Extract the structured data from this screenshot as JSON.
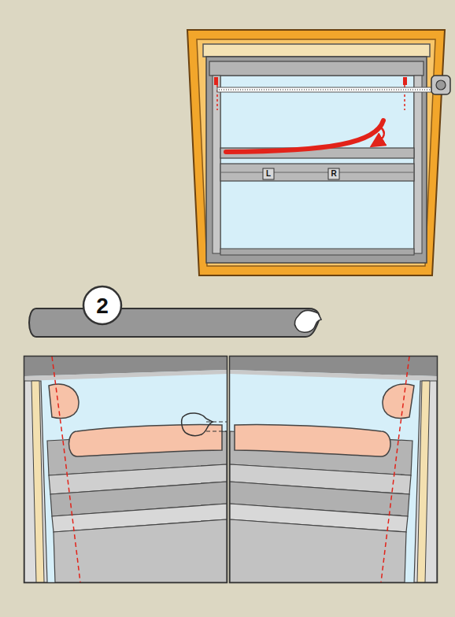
{
  "diagram": {
    "labels": [
      "2",
      "L",
      "R"
    ]
  }
}
